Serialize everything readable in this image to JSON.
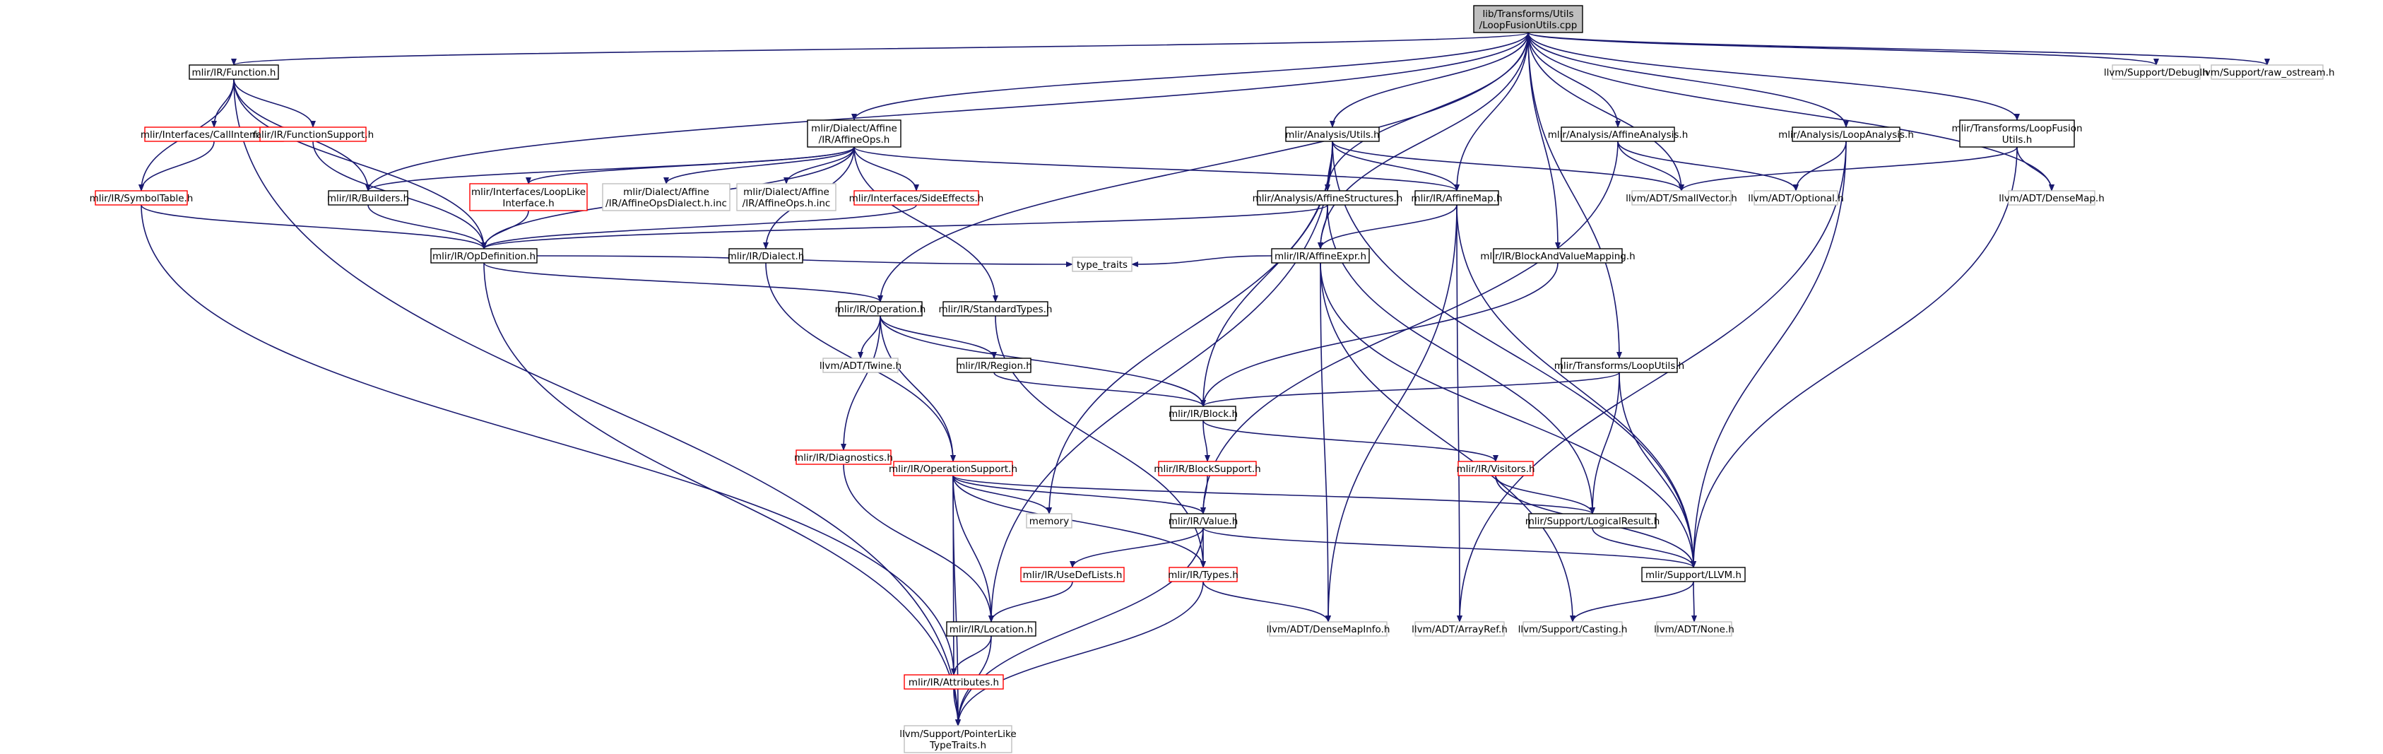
{
  "graph": {
    "colors": {
      "edge": "#191970",
      "node_normal": "#000000",
      "node_red": "#ff0000",
      "node_grey": "#bfbfbf",
      "root_fill": "#bfbfbf",
      "text": "#000000"
    },
    "nodes": [
      {
        "id": "root",
        "lines": [
          "lib/Transforms/Utils",
          "/LoopFusionUtils.cpp"
        ],
        "style": "root"
      },
      {
        "id": "function",
        "lines": [
          "mlir/IR/Function.h"
        ],
        "style": "normal"
      },
      {
        "id": "affineops",
        "lines": [
          "mlir/Dialect/Affine",
          "/IR/AffineOps.h"
        ],
        "style": "normal"
      },
      {
        "id": "analysisutils",
        "lines": [
          "mlir/Analysis/Utils.h"
        ],
        "style": "normal"
      },
      {
        "id": "affineanalysis",
        "lines": [
          "mlir/Analysis/AffineAnalysis.h"
        ],
        "style": "normal"
      },
      {
        "id": "loopanalysis",
        "lines": [
          "mlir/Analysis/LoopAnalysis.h"
        ],
        "style": "normal"
      },
      {
        "id": "loopfusionutils",
        "lines": [
          "mlir/Transforms/LoopFusion",
          "Utils.h"
        ],
        "style": "normal"
      },
      {
        "id": "debug",
        "lines": [
          "llvm/Support/Debug.h"
        ],
        "style": "grey"
      },
      {
        "id": "rawostream",
        "lines": [
          "llvm/Support/raw_ostream.h"
        ],
        "style": "grey"
      },
      {
        "id": "callinterfaces",
        "lines": [
          "mlir/Interfaces/CallInterfaces.h"
        ],
        "style": "red"
      },
      {
        "id": "functionsupport",
        "lines": [
          "mlir/IR/FunctionSupport.h"
        ],
        "style": "red"
      },
      {
        "id": "symboltable",
        "lines": [
          "mlir/IR/SymbolTable.h"
        ],
        "style": "red"
      },
      {
        "id": "builders",
        "lines": [
          "mlir/IR/Builders.h"
        ],
        "style": "normal"
      },
      {
        "id": "looplike",
        "lines": [
          "mlir/Interfaces/LoopLike",
          "Interface.h"
        ],
        "style": "red"
      },
      {
        "id": "affinedialectinc",
        "lines": [
          "mlir/Dialect/Affine",
          "/IR/AffineOpsDialect.h.inc"
        ],
        "style": "grey"
      },
      {
        "id": "affineopsinc",
        "lines": [
          "mlir/Dialect/Affine",
          "/IR/AffineOps.h.inc"
        ],
        "style": "grey"
      },
      {
        "id": "sideeffects",
        "lines": [
          "mlir/Interfaces/SideEffects.h"
        ],
        "style": "red"
      },
      {
        "id": "affinestructures",
        "lines": [
          "mlir/Analysis/AffineStructures.h"
        ],
        "style": "normal"
      },
      {
        "id": "affinemap",
        "lines": [
          "mlir/IR/AffineMap.h"
        ],
        "style": "normal"
      },
      {
        "id": "smallvector",
        "lines": [
          "llvm/ADT/SmallVector.h"
        ],
        "style": "grey"
      },
      {
        "id": "optional",
        "lines": [
          "llvm/ADT/Optional.h"
        ],
        "style": "grey"
      },
      {
        "id": "densemap",
        "lines": [
          "llvm/ADT/DenseMap.h"
        ],
        "style": "grey"
      },
      {
        "id": "opdefinition",
        "lines": [
          "mlir/IR/OpDefinition.h"
        ],
        "style": "normal"
      },
      {
        "id": "dialect",
        "lines": [
          "mlir/IR/Dialect.h"
        ],
        "style": "normal"
      },
      {
        "id": "affineexpr",
        "lines": [
          "mlir/IR/AffineExpr.h"
        ],
        "style": "normal"
      },
      {
        "id": "blockvaluemapping",
        "lines": [
          "mlir/IR/BlockAndValueMapping.h"
        ],
        "style": "normal"
      },
      {
        "id": "typetraits",
        "lines": [
          "type_traits"
        ],
        "style": "grey"
      },
      {
        "id": "operation",
        "lines": [
          "mlir/IR/Operation.h"
        ],
        "style": "normal"
      },
      {
        "id": "standardtypes",
        "lines": [
          "mlir/IR/StandardTypes.h"
        ],
        "style": "normal"
      },
      {
        "id": "twine",
        "lines": [
          "llvm/ADT/Twine.h"
        ],
        "style": "grey"
      },
      {
        "id": "region",
        "lines": [
          "mlir/IR/Region.h"
        ],
        "style": "normal"
      },
      {
        "id": "looputils",
        "lines": [
          "mlir/Transforms/LoopUtils.h"
        ],
        "style": "normal"
      },
      {
        "id": "block",
        "lines": [
          "mlir/IR/Block.h"
        ],
        "style": "normal"
      },
      {
        "id": "diagnostics",
        "lines": [
          "mlir/IR/Diagnostics.h"
        ],
        "style": "red"
      },
      {
        "id": "blocksupport",
        "lines": [
          "mlir/IR/BlockSupport.h"
        ],
        "style": "red"
      },
      {
        "id": "operationsupport",
        "lines": [
          "mlir/IR/OperationSupport.h"
        ],
        "style": "red"
      },
      {
        "id": "visitors",
        "lines": [
          "mlir/IR/Visitors.h"
        ],
        "style": "red"
      },
      {
        "id": "memory",
        "lines": [
          "memory"
        ],
        "style": "grey"
      },
      {
        "id": "value",
        "lines": [
          "mlir/IR/Value.h"
        ],
        "style": "normal"
      },
      {
        "id": "logicalresult",
        "lines": [
          "mlir/Support/LogicalResult.h"
        ],
        "style": "normal"
      },
      {
        "id": "usedeflists",
        "lines": [
          "mlir/IR/UseDefLists.h"
        ],
        "style": "red"
      },
      {
        "id": "types",
        "lines": [
          "mlir/IR/Types.h"
        ],
        "style": "red"
      },
      {
        "id": "llvmh",
        "lines": [
          "mlir/Support/LLVM.h"
        ],
        "style": "normal"
      },
      {
        "id": "location",
        "lines": [
          "mlir/IR/Location.h"
        ],
        "style": "normal"
      },
      {
        "id": "densemapinfo",
        "lines": [
          "llvm/ADT/DenseMapInfo.h"
        ],
        "style": "grey"
      },
      {
        "id": "arrayref",
        "lines": [
          "llvm/ADT/ArrayRef.h"
        ],
        "style": "grey"
      },
      {
        "id": "casting",
        "lines": [
          "llvm/Support/Casting.h"
        ],
        "style": "grey"
      },
      {
        "id": "none",
        "lines": [
          "llvm/ADT/None.h"
        ],
        "style": "grey"
      },
      {
        "id": "attributes",
        "lines": [
          "mlir/IR/Attributes.h"
        ],
        "style": "red"
      },
      {
        "id": "pointerlike",
        "lines": [
          "llvm/Support/PointerLike",
          "TypeTraits.h"
        ],
        "style": "grey"
      }
    ],
    "edges": [
      [
        "root",
        "function"
      ],
      [
        "root",
        "affineops"
      ],
      [
        "root",
        "analysisutils"
      ],
      [
        "root",
        "affineanalysis"
      ],
      [
        "root",
        "loopanalysis"
      ],
      [
        "root",
        "loopfusionutils"
      ],
      [
        "root",
        "debug"
      ],
      [
        "root",
        "rawostream"
      ],
      [
        "root",
        "builders"
      ],
      [
        "root",
        "affinestructures"
      ],
      [
        "root",
        "affinemap"
      ],
      [
        "root",
        "smallvector"
      ],
      [
        "root",
        "densemap"
      ],
      [
        "root",
        "affineexpr"
      ],
      [
        "root",
        "operation"
      ],
      [
        "root",
        "blockvaluemapping"
      ],
      [
        "root",
        "looputils"
      ],
      [
        "function",
        "callinterfaces"
      ],
      [
        "function",
        "functionsupport"
      ],
      [
        "function",
        "symboltable"
      ],
      [
        "function",
        "opdefinition"
      ],
      [
        "function",
        "builders"
      ],
      [
        "function",
        "pointerlike"
      ],
      [
        "callinterfaces",
        "symboltable"
      ],
      [
        "functionsupport",
        "opdefinition"
      ],
      [
        "symboltable",
        "opdefinition"
      ],
      [
        "symboltable",
        "attributes"
      ],
      [
        "affineops",
        "builders"
      ],
      [
        "affineops",
        "looplike"
      ],
      [
        "affineops",
        "affinedialectinc"
      ],
      [
        "affineops",
        "affineopsinc"
      ],
      [
        "affineops",
        "sideeffects"
      ],
      [
        "affineops",
        "opdefinition"
      ],
      [
        "affineops",
        "standardtypes"
      ],
      [
        "affineops",
        "dialect"
      ],
      [
        "affineops",
        "affinemap"
      ],
      [
        "builders",
        "opdefinition"
      ],
      [
        "looplike",
        "opdefinition"
      ],
      [
        "sideeffects",
        "opdefinition"
      ],
      [
        "analysisutils",
        "affinestructures"
      ],
      [
        "analysisutils",
        "affinemap"
      ],
      [
        "analysisutils",
        "block"
      ],
      [
        "analysisutils",
        "location"
      ],
      [
        "analysisutils",
        "smallvector"
      ],
      [
        "analysisutils",
        "memory"
      ],
      [
        "analysisutils",
        "llvmh"
      ],
      [
        "affinestructures",
        "affineexpr"
      ],
      [
        "affinestructures",
        "opdefinition"
      ],
      [
        "affinestructures",
        "logicalresult"
      ],
      [
        "affinemap",
        "affineexpr"
      ],
      [
        "affinemap",
        "densemapinfo"
      ],
      [
        "affinemap",
        "arrayref"
      ],
      [
        "affinemap",
        "llvmh"
      ],
      [
        "affineanalysis",
        "smallvector"
      ],
      [
        "affineanalysis",
        "optional"
      ],
      [
        "affineanalysis",
        "value"
      ],
      [
        "loopanalysis",
        "optional"
      ],
      [
        "loopanalysis",
        "llvmh"
      ],
      [
        "loopanalysis",
        "arrayref"
      ],
      [
        "loopfusionutils",
        "smallvector"
      ],
      [
        "loopfusionutils",
        "densemap"
      ],
      [
        "loopfusionutils",
        "llvmh"
      ],
      [
        "opdefinition",
        "operation"
      ],
      [
        "opdefinition",
        "typetraits"
      ],
      [
        "opdefinition",
        "pointerlike"
      ],
      [
        "dialect",
        "operationsupport"
      ],
      [
        "affineexpr",
        "typetraits"
      ],
      [
        "affineexpr",
        "densemapinfo"
      ],
      [
        "affineexpr",
        "casting"
      ],
      [
        "affineexpr",
        "llvmh"
      ],
      [
        "blockvaluemapping",
        "block"
      ],
      [
        "operation",
        "twine"
      ],
      [
        "operation",
        "region"
      ],
      [
        "operation",
        "block"
      ],
      [
        "operation",
        "diagnostics"
      ],
      [
        "operation",
        "operationsupport"
      ],
      [
        "standardtypes",
        "types"
      ],
      [
        "region",
        "block"
      ],
      [
        "looputils",
        "block"
      ],
      [
        "looputils",
        "logicalresult"
      ],
      [
        "looputils",
        "llvmh"
      ],
      [
        "block",
        "blocksupport"
      ],
      [
        "block",
        "visitors"
      ],
      [
        "diagnostics",
        "location"
      ],
      [
        "operationsupport",
        "value"
      ],
      [
        "operationsupport",
        "memory"
      ],
      [
        "operationsupport",
        "logicalresult"
      ],
      [
        "operationsupport",
        "types"
      ],
      [
        "operationsupport",
        "location"
      ],
      [
        "operationsupport",
        "attributes"
      ],
      [
        "operationsupport",
        "pointerlike"
      ],
      [
        "blocksupport",
        "value"
      ],
      [
        "visitors",
        "logicalresult"
      ],
      [
        "visitors",
        "llvmh"
      ],
      [
        "value",
        "usedeflists"
      ],
      [
        "value",
        "types"
      ],
      [
        "value",
        "llvmh"
      ],
      [
        "value",
        "pointerlike"
      ],
      [
        "logicalresult",
        "llvmh"
      ],
      [
        "usedeflists",
        "location"
      ],
      [
        "types",
        "densemapinfo"
      ],
      [
        "types",
        "pointerlike"
      ],
      [
        "llvmh",
        "none"
      ],
      [
        "llvmh",
        "casting"
      ],
      [
        "location",
        "attributes"
      ],
      [
        "location",
        "pointerlike"
      ],
      [
        "attributes",
        "pointerlike"
      ]
    ]
  }
}
